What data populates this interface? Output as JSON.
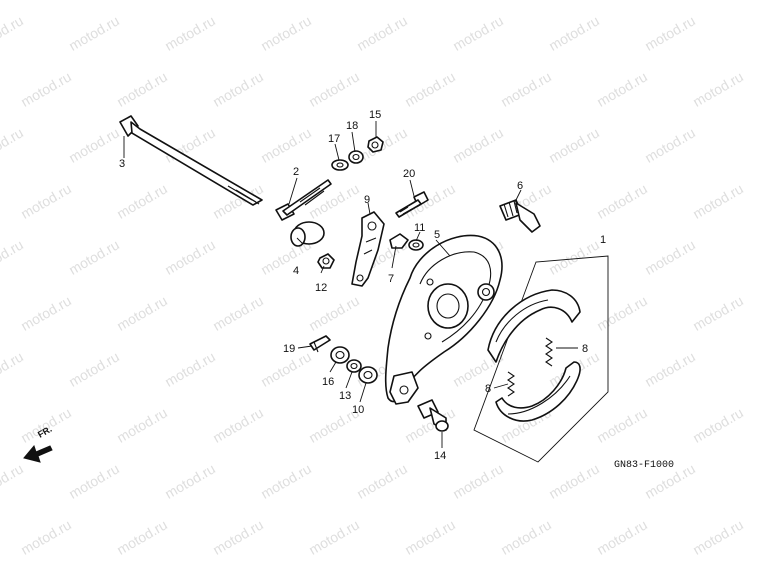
{
  "watermark": {
    "text": "motod.ru"
  },
  "diagram_code": "GN83-F1000",
  "direction_marker": {
    "label": "FR."
  },
  "callouts": {
    "p1": "1",
    "p2": "2",
    "p3": "3",
    "p4": "4",
    "p5": "5",
    "p6": "6",
    "p7": "7",
    "p8a": "8",
    "p8b": "8",
    "p9": "9",
    "p10": "10",
    "p11": "11",
    "p12": "12",
    "p13": "13",
    "p14": "14",
    "p15": "15",
    "p16": "16",
    "p17": "17",
    "p18": "18",
    "p19": "19",
    "p20": "20"
  }
}
